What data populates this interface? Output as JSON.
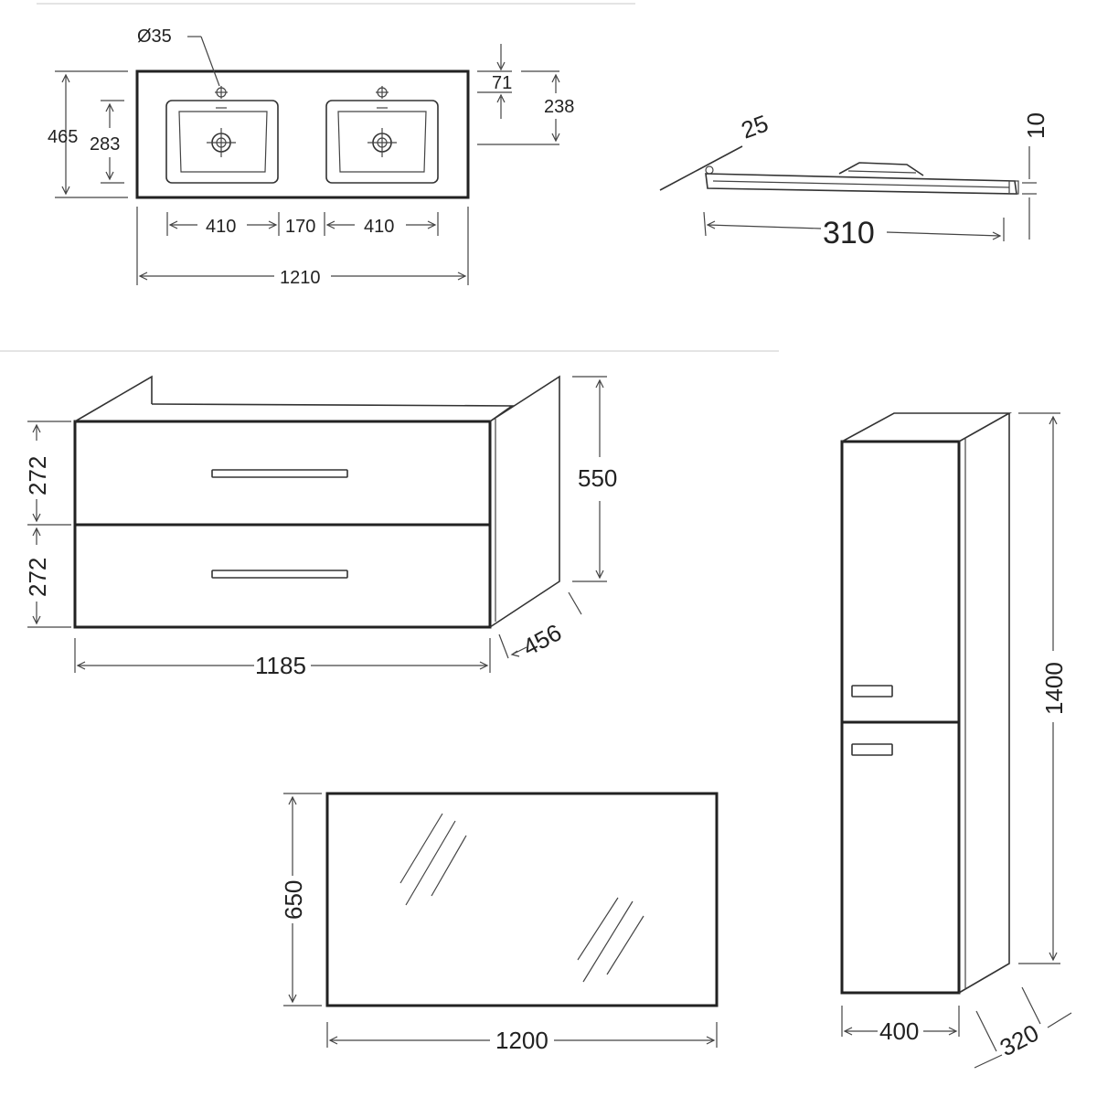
{
  "basin": {
    "hole": "Ø35",
    "depth_total": "465",
    "bowl_depth": "283",
    "tap_offset": "71",
    "bowl_to_front": "238",
    "bowl_width_left": "410",
    "gap": "170",
    "bowl_width_right": "410",
    "width": "1210"
  },
  "shelf": {
    "depth": "25",
    "thickness": "10",
    "length": "310"
  },
  "vanity": {
    "drawer_top": "272",
    "drawer_bottom": "272",
    "height": "550",
    "depth": "456",
    "width": "1185"
  },
  "mirror": {
    "height": "650",
    "width": "1200"
  },
  "column": {
    "height": "1400",
    "width": "400",
    "depth": "320"
  },
  "colors": {
    "line": "#333333",
    "text": "#222222",
    "separator": "#dcdcdc"
  }
}
